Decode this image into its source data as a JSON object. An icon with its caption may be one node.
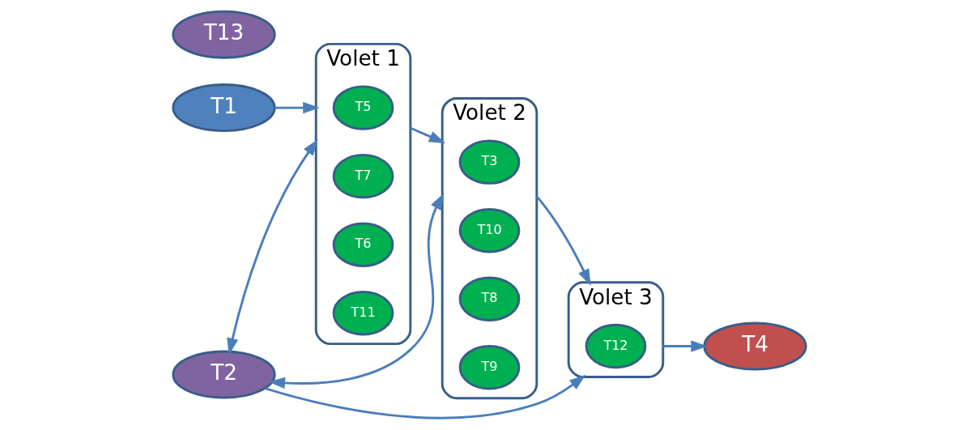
{
  "diagram": {
    "nodes": [
      {
        "text": [
          "T2"
        ]
      },
      {
        "text": [
          "T1"
        ]
      },
      {
        "text": [
          "Volet 1"
        ]
      },
      {
        "text": [
          "T5"
        ],
        "in": 2
      },
      {
        "text": [
          "T7"
        ],
        "in": 2
      },
      {
        "text": [
          "T6"
        ],
        "in": 2
      },
      {
        "text": [
          "T11"
        ],
        "in": 2
      },
      {
        "text": [
          "Volet 2"
        ]
      },
      {
        "text": [
          "T3"
        ],
        "in": 7
      },
      {
        "text": [
          "T10"
        ],
        "in": 7
      },
      {
        "text": [
          "T8"
        ],
        "in": 7
      },
      {
        "text": [
          "T9"
        ],
        "in": 7
      },
      {
        "text": [
          "Volet 3"
        ]
      },
      {
        "text": [
          "T12"
        ],
        "in": 12
      },
      {
        "text": [
          "T4"
        ]
      },
      {
        "text": [
          "T13"
        ]
      }
    ],
    "edges": [
      {
        "from": 1,
        "to": 2,
        "arrow": "to"
      },
      {
        "from": 2,
        "to": 7,
        "arrow": "to"
      },
      {
        "from": 7,
        "to": 12,
        "arrow": "to"
      },
      {
        "from": 12,
        "to": 14,
        "arrow": "to"
      },
      {
        "from": 0,
        "to": 2,
        "arrow": "both"
      },
      {
        "from": 0,
        "to": 7,
        "arrow": "both"
      },
      {
        "from": 0,
        "to": 12,
        "arrow": "to"
      }
    ]
  }
}
